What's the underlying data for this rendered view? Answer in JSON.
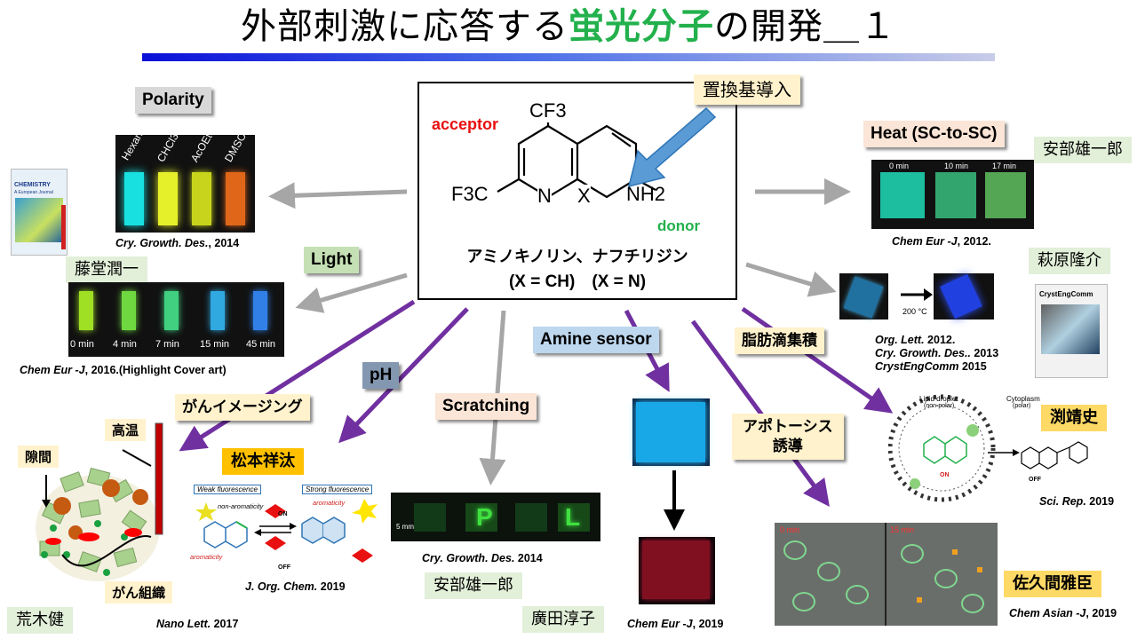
{
  "title": {
    "main": "外部刺激に応答する",
    "highlight": "蛍光分子",
    "suffix": "の開発＿１"
  },
  "center": {
    "acceptor": "acceptor",
    "donor": "donor",
    "cf3_top": "CF3",
    "f3c_left": "F3C",
    "n_atom": "N",
    "x_atom": "X",
    "nh2": "NH2",
    "name_line": "アミノキノリン、ナフチリジン",
    "variants": "(X = CH)　(X = N)",
    "substituent_label": "置換基導入"
  },
  "topics": {
    "polarity": "Polarity",
    "light": "Light",
    "heat": "Heat (SC-to-SC)",
    "ph": "pH",
    "cancer_imaging": "がんイメージング",
    "scratching": "Scratching",
    "amine_sensor": "Amine sensor",
    "lipid": "脂肪滴集積",
    "apoptosis": "アポトーシス\n誘導"
  },
  "people": {
    "todo": "藤堂潤一",
    "abe_heat": "安部雄一郎",
    "hagiwara": "萩原隆介",
    "matsumoto": "松本祥汰",
    "abe_scratch": "安部雄一郎",
    "hirota": "廣田淳子",
    "fuchi": "渕靖史",
    "sakuma": "佐久間雅臣",
    "araki": "荒木健"
  },
  "refs": {
    "polarity": {
      "journal": "Cry. Growth. Des.",
      "year": ", 2014"
    },
    "light": {
      "journal": "Chem Eur -J",
      "year": ", 2016.(Highlight Cover art)"
    },
    "heat": {
      "journal": "Chem Eur -J",
      "year": ", 2012."
    },
    "org_lett": {
      "journal": "Org. Lett.",
      "year": " 2012."
    },
    "cry_2013": {
      "journal": "Cry. Growth. Des..",
      "year": " 2013"
    },
    "cryst_eng": {
      "journal": "CrystEngComm",
      "year": " 2015"
    },
    "joc": {
      "journal": "J. Org. Chem.",
      "year": " 2019"
    },
    "scratch": {
      "journal": "Cry. Growth. Des.",
      "year": " 2014"
    },
    "amine": {
      "journal": "Chem Eur -J",
      "year": ", 2019"
    },
    "sci_rep": {
      "journal": "Sci. Rep.",
      "year": " 2019"
    },
    "asian": {
      "journal": "Chem Asian -J",
      "year": ", 2019"
    },
    "nano": {
      "journal": "Nano Lett.",
      "year": " 2017"
    }
  },
  "images": {
    "solvents": [
      "Hexane",
      "CHCl3",
      "AcOEt",
      "DMSO"
    ],
    "light_times": [
      "0 min",
      "4 min",
      "7 min",
      "15 min",
      "45 min"
    ],
    "heat_times": [
      "0 min",
      "10 min",
      "17 min"
    ],
    "temp": "200 °C",
    "journal_cover": {
      "line1": "CHEMISTRY",
      "line2": "A European Journal"
    },
    "cryst_cover": "CrystEngComm",
    "weak_fl": "Weak fluorescence",
    "strong_fl": "Strong fluorescence",
    "non_arom": "non-aromaticity",
    "arom": "aromaticity",
    "on": "ON",
    "off": "OFF",
    "scale": "5 mm",
    "letters": [
      "P",
      "L"
    ],
    "cell_times": [
      "0 min",
      "15 min"
    ],
    "lipid_labels": {
      "droplet": "Lipid droplet",
      "nonpolar": "(non-polar)",
      "cyto": "Cytoplasm",
      "polar": "(polar)",
      "on": "ON",
      "off": "OFF"
    },
    "cancer": {
      "gap": "隙間",
      "heat": "高温",
      "tissue": "がん組織"
    }
  },
  "colors": {
    "arrow_grey": "#a6a6a6",
    "arrow_purple": "#7030a0",
    "accent_green": "#22b14c",
    "acceptor_red": "#e81010",
    "donor_green": "#22b14c"
  }
}
